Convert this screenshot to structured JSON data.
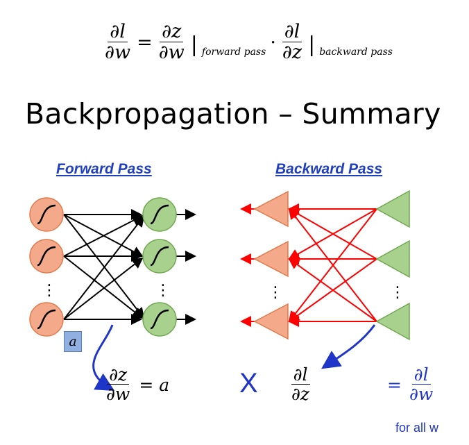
{
  "top_equation": {
    "lhs_num": "∂l",
    "lhs_den": "∂w",
    "eq": "=",
    "t1_num": "∂z",
    "t1_den": "∂w",
    "t1_sub": "forward pass",
    "dot": "·",
    "t2_num": "∂l",
    "t2_den": "∂z",
    "t2_sub": "backward pass"
  },
  "title": "Backpropagation – Summary",
  "forward": {
    "header": "Forward Pass",
    "ellipsis_left": "⋮",
    "ellipsis_right": "⋮"
  },
  "backward": {
    "header": "Backward Pass",
    "ellipsis_left": "⋮",
    "ellipsis_right": "⋮"
  },
  "activation_label": "a",
  "bottom": {
    "dzdw_num": "∂z",
    "dzdw_den": "∂w",
    "dzdw_eq": "= a",
    "times": "X",
    "dldz_num": "∂l",
    "dldz_den": "∂z",
    "dldw_eq": "=",
    "dldw_num": "∂l",
    "dldw_den": "∂w",
    "note": "for all w"
  },
  "colors": {
    "orange_fill": "#f5a98b",
    "orange_stroke": "#e07a4a",
    "green_fill": "#a9d18e",
    "green_stroke": "#6fa84f",
    "red": "#ff0000",
    "blue": "#1f35c8"
  }
}
